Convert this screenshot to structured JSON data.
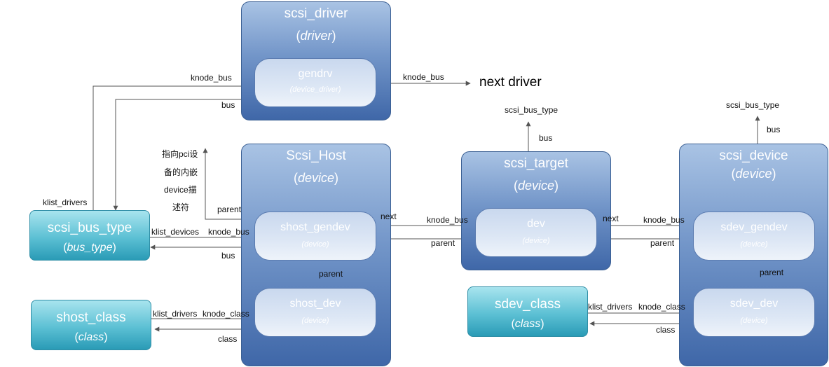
{
  "nodes": {
    "scsi_driver": {
      "title": "scsi_driver",
      "type": "driver"
    },
    "gendrv": {
      "title": "gendrv",
      "type": "device_driver"
    },
    "scsi_host": {
      "title": "Scsi_Host",
      "type": "device"
    },
    "shost_gendev": {
      "title": "shost_gendev",
      "type": "device"
    },
    "shost_dev": {
      "title": "shost_dev",
      "type": "device"
    },
    "scsi_target": {
      "title": "scsi_target",
      "type": "device"
    },
    "dev": {
      "title": "dev",
      "type": "device"
    },
    "scsi_device": {
      "title": "scsi_device",
      "type": "device"
    },
    "sdev_gendev": {
      "title": "sdev_gendev",
      "type": "device"
    },
    "sdev_dev": {
      "title": "sdev_dev",
      "type": "device"
    },
    "scsi_bus_type": {
      "title": "scsi_bus_type",
      "type": "bus_type"
    },
    "shost_class": {
      "title": "shost_class",
      "type": "class"
    },
    "sdev_class": {
      "title": "sdev_class",
      "type": "class"
    }
  },
  "labels": {
    "knode_bus_top": "knode_bus",
    "bus_top": "bus",
    "knode_bus_next": "knode_bus",
    "next_driver": "next driver",
    "target_bus_type": "scsi_bus_type",
    "target_bus": "bus",
    "device_bus_type": "scsi_bus_type",
    "device_bus": "bus",
    "note_line1": "指向pci设",
    "note_line2": "备的内嵌",
    "note_line3": "device描",
    "note_line4": "述符",
    "parent_host": "parent",
    "klist_drivers_bus": "klist_drivers",
    "klist_devices": "klist_devices",
    "knode_bus_host": "knode_bus",
    "bus_host": "bus",
    "next_host": "next",
    "knode_bus_target": "knode_bus",
    "parent_target": "parent",
    "next_target": "next",
    "knode_bus_sdev": "knode_bus",
    "parent_sdev": "parent",
    "parent_shostdev": "parent",
    "parent_sdevdev": "parent",
    "klist_drivers_shost": "klist_drivers",
    "knode_class_shost": "knode_class",
    "class_shost": "class",
    "klist_drivers_sdev": "klist_drivers",
    "knode_class_sdev": "knode_class",
    "class_sdev": "class"
  },
  "colors": {
    "line": "#555555",
    "blue_box": "#4f75b3",
    "teal_box": "#3aaec6",
    "inner_box": "#dde7f5"
  }
}
